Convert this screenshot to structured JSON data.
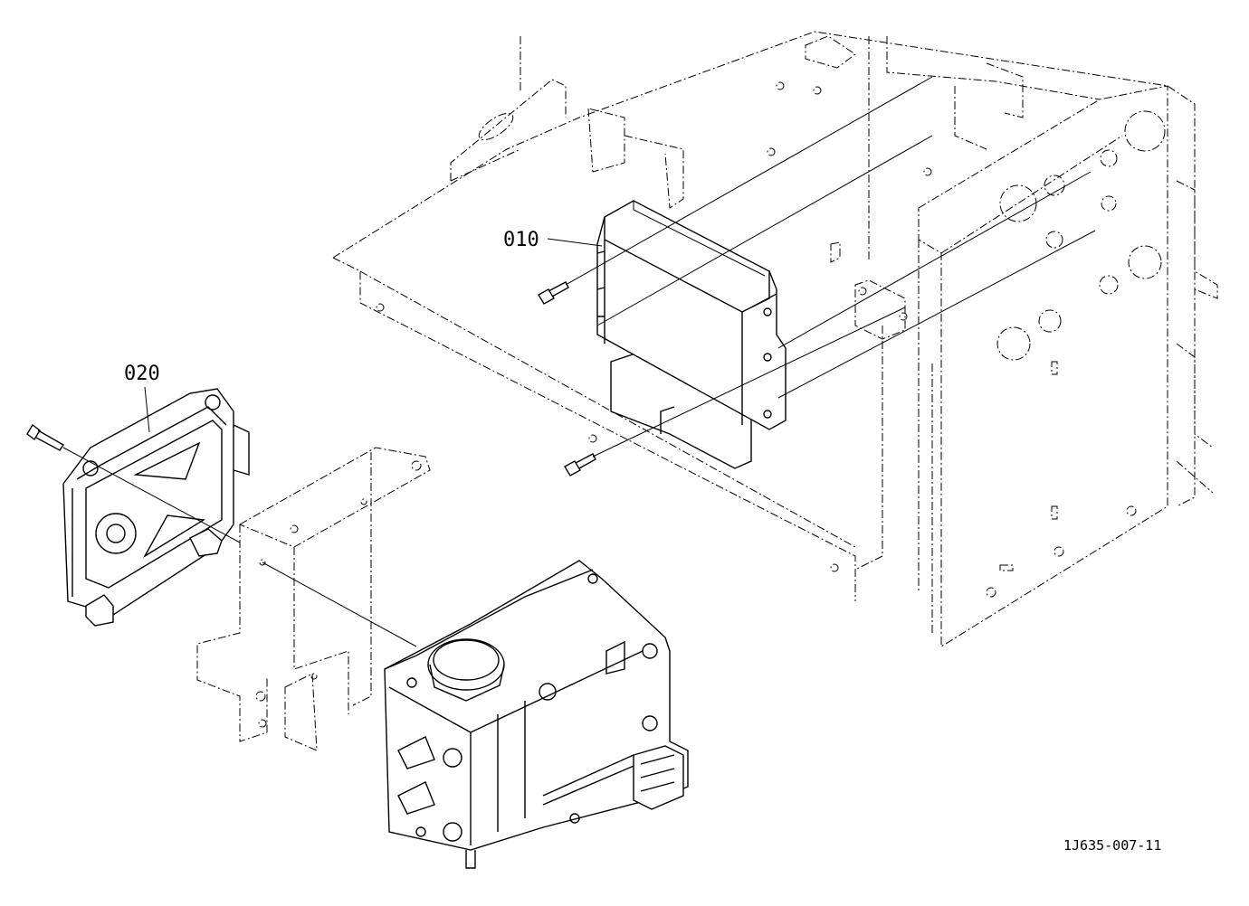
{
  "callouts": {
    "part_010": "010",
    "part_020": "020"
  },
  "drawing_number": "1J635-007-11",
  "icons": {
    "ecu_unit": "controller-box-icon",
    "bracket": "mounting-bracket-icon",
    "frame": "chassis-frame-icon",
    "valve_block": "hydraulic-valve-block-icon",
    "bolt": "bolt-icon"
  }
}
